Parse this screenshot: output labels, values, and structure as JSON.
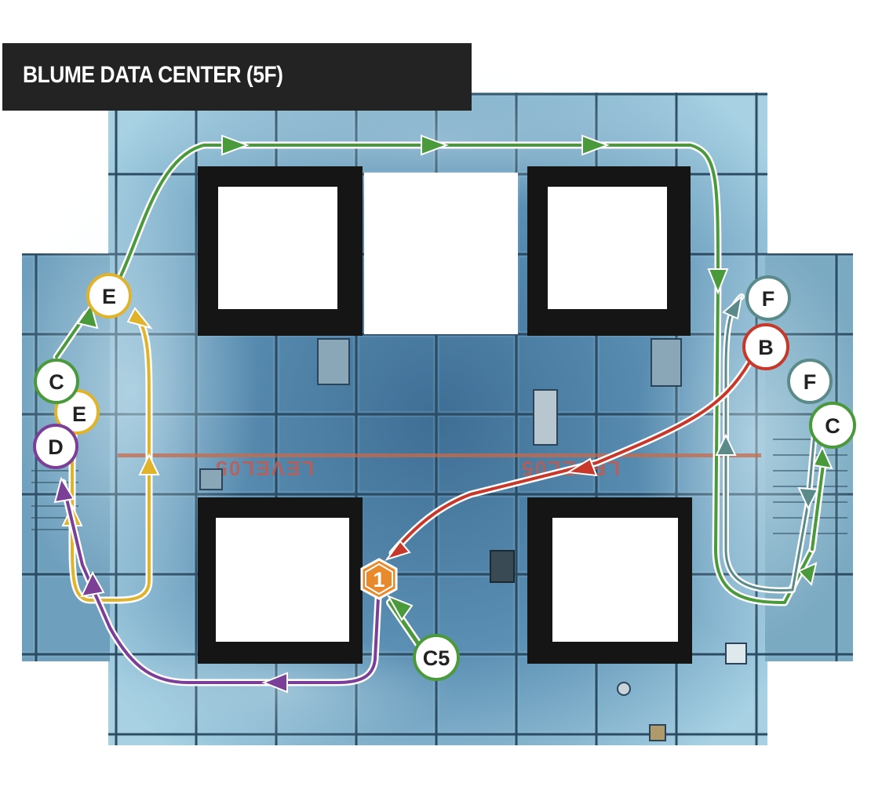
{
  "title": "BLUME DATA CENTER (5F)",
  "floor_markings": {
    "left": "LEVEL05",
    "right": "LEVEL05"
  },
  "colors": {
    "green": "#4a9a3c",
    "yellow": "#e0b42a",
    "purple": "#7b3f98",
    "red": "#c8382a",
    "teal": "#5a8a8a",
    "orange": "#e8892b",
    "floor": "#5d89a8",
    "title_bg": "#232323"
  },
  "markers": [
    {
      "id": "marker-e-top",
      "label": "E",
      "color": "yellow"
    },
    {
      "id": "marker-c-left",
      "label": "C",
      "color": "green"
    },
    {
      "id": "marker-e-left",
      "label": "E",
      "color": "yellow"
    },
    {
      "id": "marker-d-left",
      "label": "D",
      "color": "purple"
    },
    {
      "id": "marker-f-top",
      "label": "F",
      "color": "teal"
    },
    {
      "id": "marker-b",
      "label": "B",
      "color": "red"
    },
    {
      "id": "marker-f-right",
      "label": "F",
      "color": "teal"
    },
    {
      "id": "marker-c-right",
      "label": "C",
      "color": "green"
    },
    {
      "id": "marker-c5",
      "label": "C5",
      "color": "green"
    }
  ],
  "objective": {
    "label": "1",
    "color": "orange"
  },
  "routes": [
    {
      "name": "green-route",
      "color": "green"
    },
    {
      "name": "yellow-route",
      "color": "yellow"
    },
    {
      "name": "purple-route",
      "color": "purple"
    },
    {
      "name": "red-route",
      "color": "red"
    },
    {
      "name": "teal-route",
      "color": "teal"
    }
  ]
}
